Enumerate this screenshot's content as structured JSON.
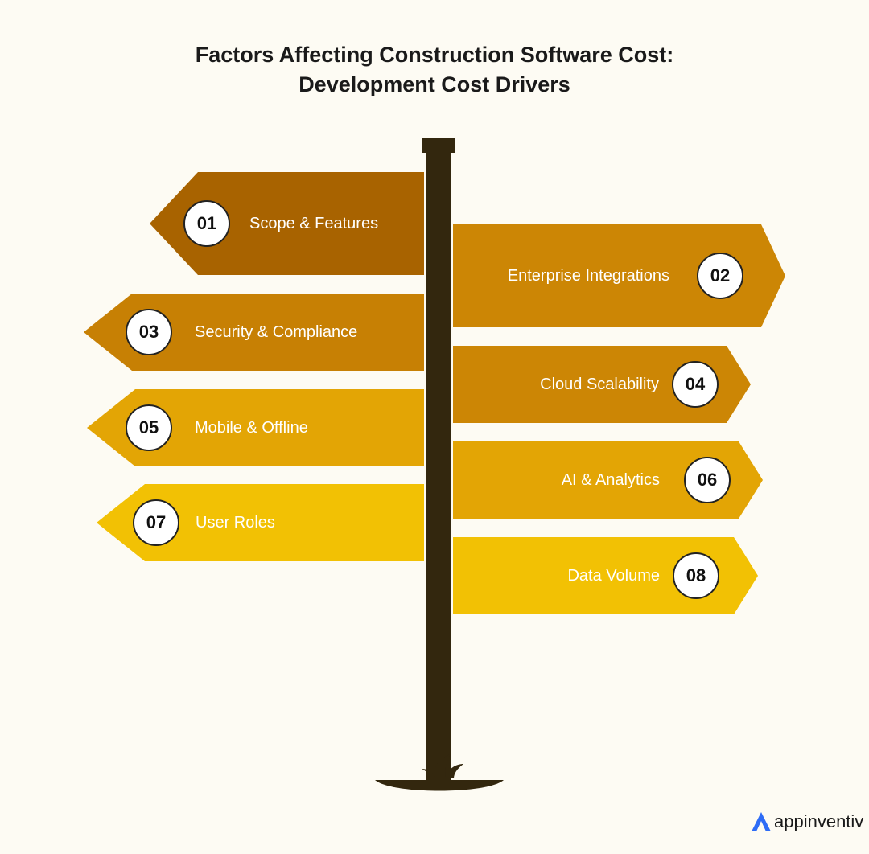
{
  "title": {
    "line1": "Factors Affecting Construction Software Cost:",
    "line2": "Development Cost Drivers"
  },
  "signs": [
    {
      "num": "01",
      "label": "Scope & Features",
      "color": "#a86300"
    },
    {
      "num": "02",
      "label": "Enterprise Integrations",
      "color": "#cc8605"
    },
    {
      "num": "03",
      "label": "Security & Compliance",
      "color": "#c78004"
    },
    {
      "num": "04",
      "label": "Cloud Scalability",
      "color": "#cc8605"
    },
    {
      "num": "05",
      "label": "Mobile & Offline",
      "color": "#e3a505"
    },
    {
      "num": "06",
      "label": "AI & Analytics",
      "color": "#e3a505"
    },
    {
      "num": "07",
      "label": "User Roles",
      "color": "#f2c104"
    },
    {
      "num": "08",
      "label": "Data Volume",
      "color": "#f2c104"
    }
  ],
  "pole_color": "#33270e",
  "logo": {
    "text": "appinventiv",
    "icon": "appinventiv-logo-icon",
    "accent": "#2e6cf6"
  }
}
